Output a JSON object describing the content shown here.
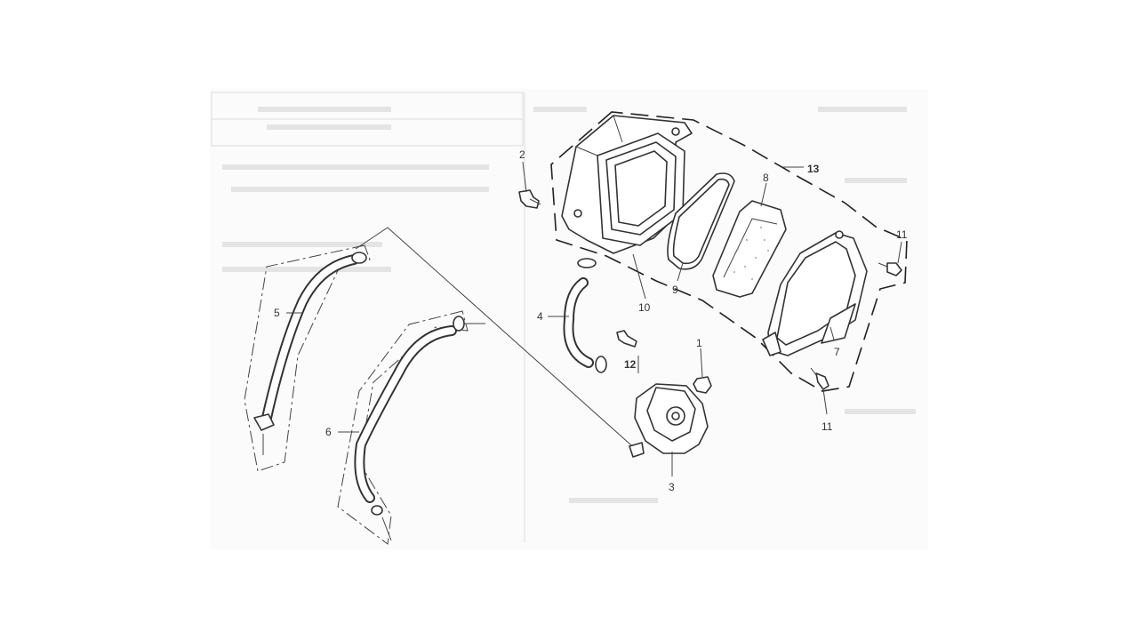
{
  "diagram": {
    "callouts": [
      {
        "id": "1",
        "label": "1"
      },
      {
        "id": "2",
        "label": "2"
      },
      {
        "id": "3",
        "label": "3"
      },
      {
        "id": "4",
        "label": "4"
      },
      {
        "id": "5",
        "label": "5"
      },
      {
        "id": "6",
        "label": "6"
      },
      {
        "id": "7",
        "label": "7"
      },
      {
        "id": "8",
        "label": "8"
      },
      {
        "id": "9",
        "label": "9"
      },
      {
        "id": "10",
        "label": "10"
      },
      {
        "id": "11a",
        "label": "11"
      },
      {
        "id": "11b",
        "label": "11"
      },
      {
        "id": "12",
        "label": "12"
      },
      {
        "id": "13",
        "label": "13"
      }
    ]
  },
  "colors": {
    "line": "#333333",
    "background": "#ffffff",
    "ghost_scan": "#e4e4e4"
  }
}
